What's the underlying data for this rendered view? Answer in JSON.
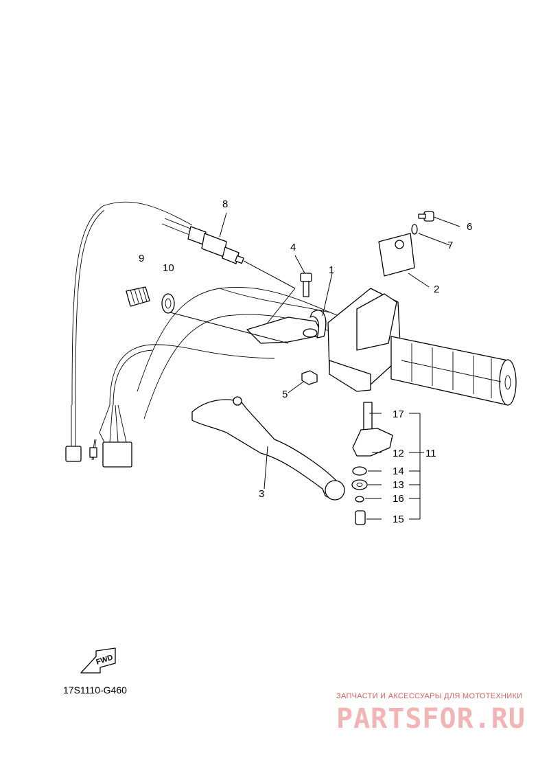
{
  "diagram": {
    "part_labels": {
      "p1": "1",
      "p2": "2",
      "p3": "3",
      "p4": "4",
      "p5": "5",
      "p6": "6",
      "p7": "7",
      "p8": "8",
      "p9": "9",
      "p10": "10",
      "p11": "11",
      "p12": "12",
      "p13": "13",
      "p14": "14",
      "p15": "15",
      "p16": "16",
      "p17": "17"
    },
    "direction_marker": "FWD",
    "drawing_code": "17S1110-G460"
  },
  "watermark": {
    "tagline": "ЗАПЧАСТИ И АКСЕССУАРЫ ДЛЯ МОТОТЕХНИКИ",
    "brand": "PARTSFOR.RU",
    "color": "#e07070"
  }
}
